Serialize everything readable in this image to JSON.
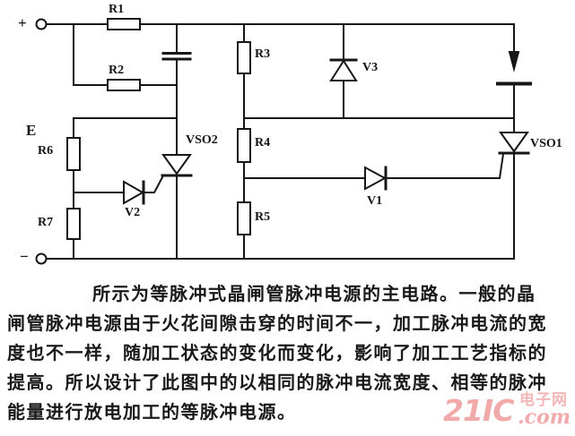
{
  "figure": {
    "labels": {
      "plus": "+",
      "minus": "−",
      "source": "E",
      "r1": "R1",
      "r2": "R2",
      "r3": "R3",
      "r4": "R4",
      "r5": "R5",
      "r6": "R6",
      "r7": "R7",
      "v1": "V1",
      "v2": "V2",
      "v3": "V3",
      "vso1": "VSO1",
      "vso2": "VSO2"
    }
  },
  "caption": {
    "lines": [
      "所示为等脉冲式晶闸管脉冲电源的主电路。一般的晶",
      "闸管脉冲电源由于火花间隙击穿的时间不一，加工脉冲电流的宽",
      "度也不一样，随加工状态的变化而变化，影响了加工工艺指标的",
      "提高。所以设计了此图中的以相同的脉冲电流宽度、相等的脉冲",
      "能量进行放电加工的等脉冲电源。"
    ]
  },
  "watermark": {
    "brand": "21IC",
    "site_cn": "电子网",
    "domain": ".com"
  },
  "colors": {
    "ink": "#161616",
    "background": "#ffffff",
    "watermark": "#f2a9a9"
  }
}
